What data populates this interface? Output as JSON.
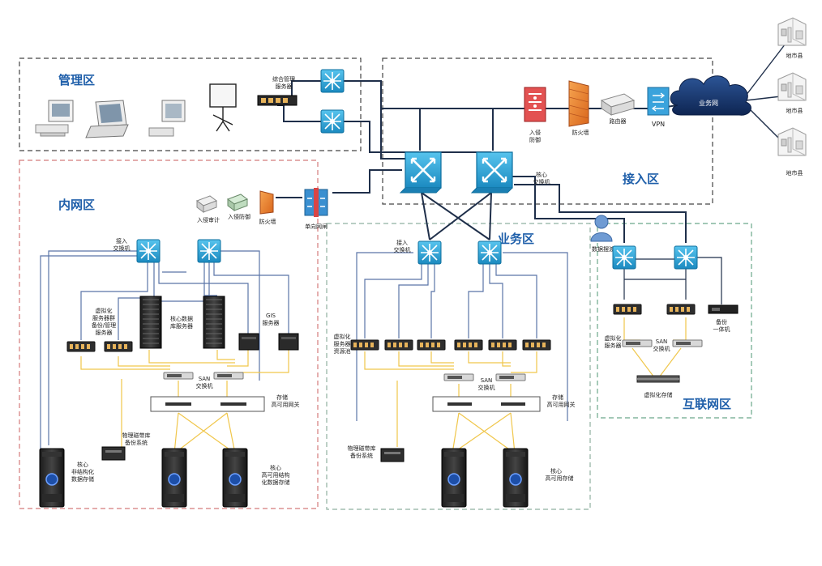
{
  "zones": {
    "management": "管理区",
    "intranet": "内网区",
    "business": "业务区",
    "access": "接入区",
    "internet": "互联网区"
  },
  "labels": {
    "mgmt_server": [
      "综合管理",
      "服务器"
    ],
    "intrusion_audit": "入侵审计",
    "intrusion_prevent_left": "入侵防御",
    "firewall_left": "防火墙",
    "one_way_gate": "单向网闸",
    "core_switch": [
      "核心",
      "交换机"
    ],
    "ips_access": [
      "入侵",
      "防御"
    ],
    "firewall_access": "防火墙",
    "router": "路由器",
    "vpn": "VPN",
    "cloud": "业务网",
    "city_county": "地市县",
    "intranet_access_switch": [
      "接入",
      "交换机"
    ],
    "intranet_virt_server": [
      "虚拟化",
      "服务器群",
      "备份/管理",
      "服务器"
    ],
    "core_db_servers": [
      "核心数据",
      "库服务器"
    ],
    "gis_server": [
      "GIS",
      "服务器"
    ],
    "san_switch": [
      "SAN",
      "交换机"
    ],
    "storage_ha_gw": [
      "存储",
      "高可用网关"
    ],
    "tape_backup": [
      "物理磁带库",
      "备份系统"
    ],
    "core_unstructured": [
      "核心",
      "非结构化",
      "数据存储"
    ],
    "core_ha_structured": [
      "核心",
      "高可用结构",
      "化数据存储"
    ],
    "biz_access_switch": [
      "接入",
      "交换机"
    ],
    "biz_virt_server": [
      "虚拟化",
      "服务器",
      "资源池"
    ],
    "core_ha_storage": [
      "核心",
      "高可用存储"
    ],
    "data_exchange": "数据摆渡",
    "inet_virt_server": [
      "虚拟化",
      "服务器"
    ],
    "backup_appliance": [
      "备份",
      "一体机"
    ],
    "virt_storage": "虚拟化存储"
  },
  "colors": {
    "switch_fill": "#2fa6d8",
    "switch_edge": "#0e6f9e",
    "line_dark": "#1f2f4a",
    "line_blue": "#5a74a8",
    "line_yellow": "#f0c64a",
    "zone_border": "#444444",
    "zone_border_green": "#6aa88a",
    "zone_title": "#1f5faa",
    "firewall": "#f08a2c",
    "ips_red": "#d94545",
    "cloud": "#1b3d78"
  }
}
